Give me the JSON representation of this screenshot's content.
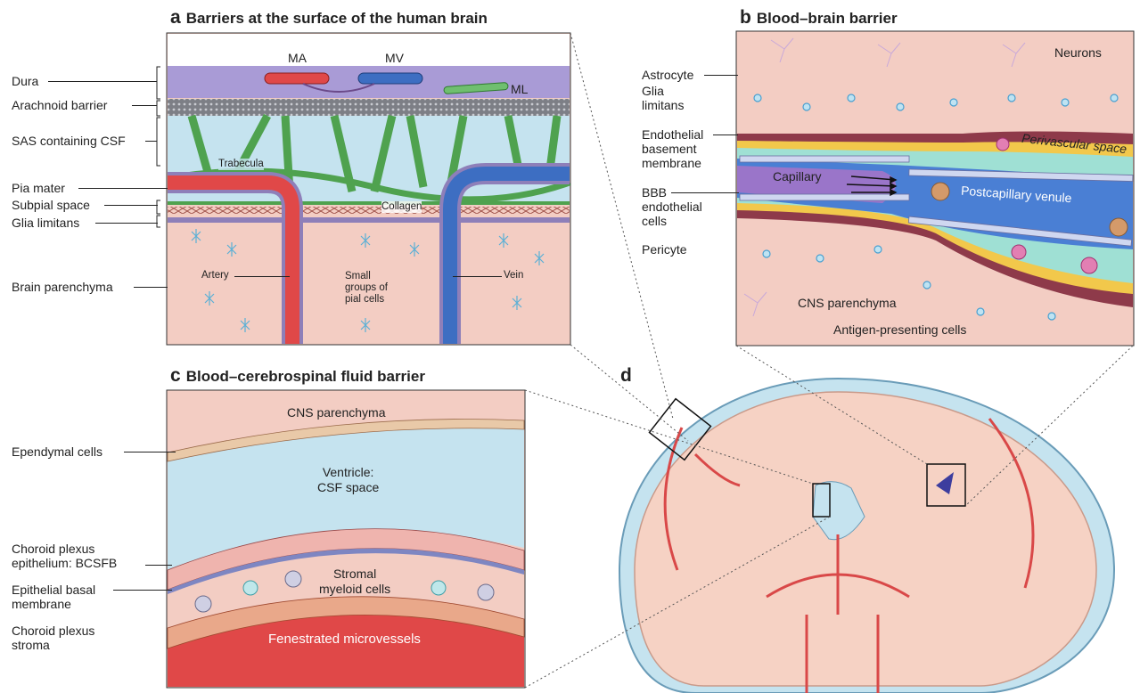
{
  "panel_a": {
    "letter": "a",
    "title": "Barriers at the surface of the human brain",
    "left_labels": [
      "Dura",
      "Arachnoid barrier",
      "SAS containing CSF",
      "Pia mater",
      "Subpial space",
      "Glia limitans",
      "Brain parenchyma"
    ],
    "vessels": {
      "ma": "MA",
      "mv": "MV",
      "ml": "ML"
    },
    "inner": {
      "trabecula": "Trabecula",
      "collagen": "Collagen",
      "artery": "Artery",
      "vein": "Vein",
      "pial": "Small\ngroups of\npial cells"
    }
  },
  "panel_b": {
    "letter": "b",
    "title": "Blood–brain barrier",
    "neurons": "Neurons",
    "left_labels": {
      "astro": "Astrocyte",
      "glia": "Glia\nlimitans",
      "endo": "Endothelial\nbasement\nmembrane",
      "bbb": "BBB\nendothelial\ncells",
      "pericyte": "Pericyte"
    },
    "inner": {
      "perivascular": "Perivascular space",
      "capillary": "Capillary",
      "venule": "Postcapillary venule",
      "cns": "CNS parenchyma",
      "apc": "Antigen-presenting cells"
    }
  },
  "panel_c": {
    "letter": "c",
    "title": "Blood–cerebrospinal fluid barrier",
    "left_labels": {
      "ependymal": "Ependymal cells",
      "choroid_epi": "Choroid plexus\nepithelium: BCSFB",
      "basal": "Epithelial basal\nmembrane",
      "stroma": "Choroid plexus\nstroma"
    },
    "inner": {
      "cns": "CNS parenchyma",
      "ventricle": "Ventricle:\nCSF space",
      "stromal": "Stromal\nmyeloid cells",
      "fenestrated": "Fenestrated microvessels"
    }
  },
  "panel_d": {
    "letter": "d"
  }
}
